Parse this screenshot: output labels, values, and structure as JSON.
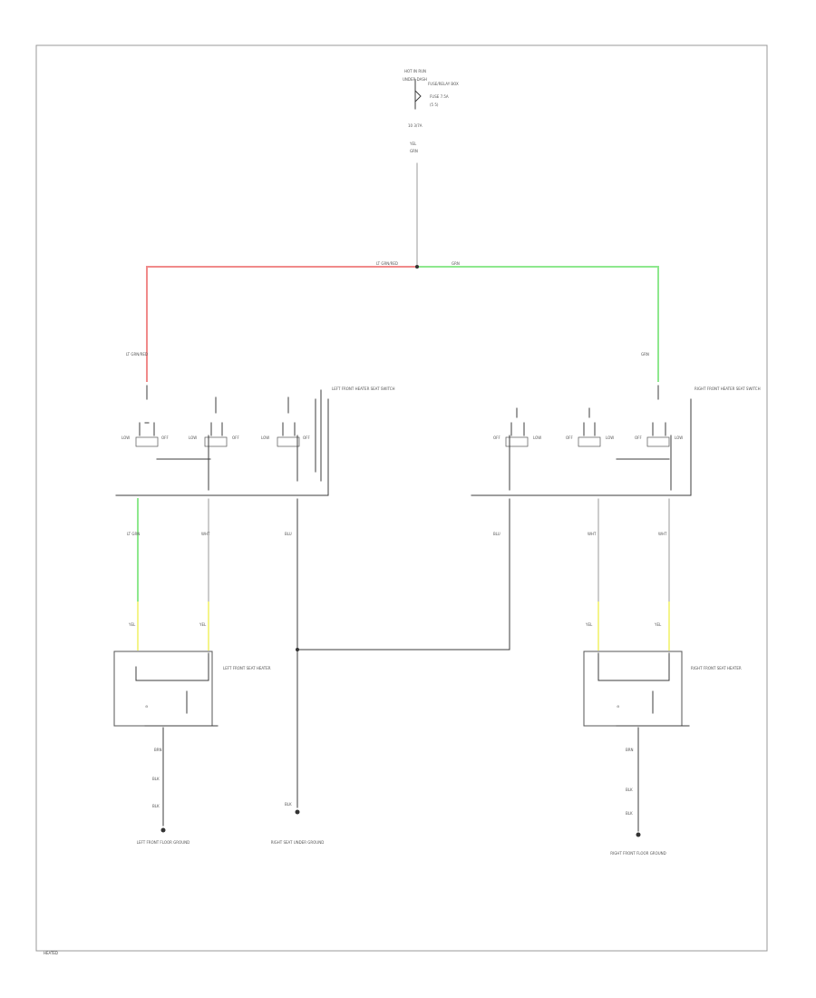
{
  "colors": {
    "wire_red": "#f08a8a",
    "wire_green": "#8ee88e",
    "wire_yellow": "#f4f48a",
    "wire_default": "#c8c8c8",
    "frame": "#999999"
  },
  "labels": {
    "top_fuse": "HOT IN RUN",
    "top_fuse_2": "UNDER-DASH",
    "top_fuse_3": "FUSE/RELAY BOX",
    "top_fuse_4": "FUSE 7.5A",
    "top_fuse_5": "(5 5)",
    "top_conn": "10 3/7A",
    "top_wire": "YEL",
    "top_wire_2": "GRN",
    "junction_left": "LT GRN/RED",
    "junction_right": "GRN",
    "left_red": "LT GRN/RED",
    "right_green": "GRN",
    "left_switch": "LEFT FRONT HEATER SEAT SWITCH",
    "right_switch": "RIGHT FRONT HEATER SEAT SWITCH",
    "lsw_1": "LOW",
    "lsw_2": "OFF",
    "lsw_3": "LOW",
    "lsw_4": "OFF",
    "lsw_5": "LOW",
    "lsw_6": "OFF",
    "rsw_1": "OFF",
    "rsw_2": "LOW",
    "rsw_3": "OFF",
    "rsw_4": "LOW",
    "rsw_5": "OFF",
    "rsw_6": "LOW",
    "lw1": "LT GRN",
    "lw2": "WHT",
    "lw3": "BLU",
    "rw1": "BLU",
    "rw2": "WHT",
    "rw3": "WHT",
    "ly1": "YEL",
    "ly2": "YEL",
    "ry1": "YEL",
    "ry2": "YEL",
    "left_heater": "LEFT FRONT SEAT HEATER",
    "right_heater": "RIGHT FRONT SEAT HEATER",
    "lgnd_1": "BRN",
    "lgnd_2": "BLK",
    "lgnd_3": "BLK",
    "left_ground": "LEFT FRONT FLOOR GROUND",
    "ctr_1": "BLK",
    "center_ground": "RIGHT SEAT UNDER GROUND",
    "rgnd_1": "BRN",
    "rgnd_2": "BLK",
    "rgnd_3": "BLK",
    "right_ground": "RIGHT FRONT FLOOR GROUND",
    "corner_tag": "HEATED"
  }
}
